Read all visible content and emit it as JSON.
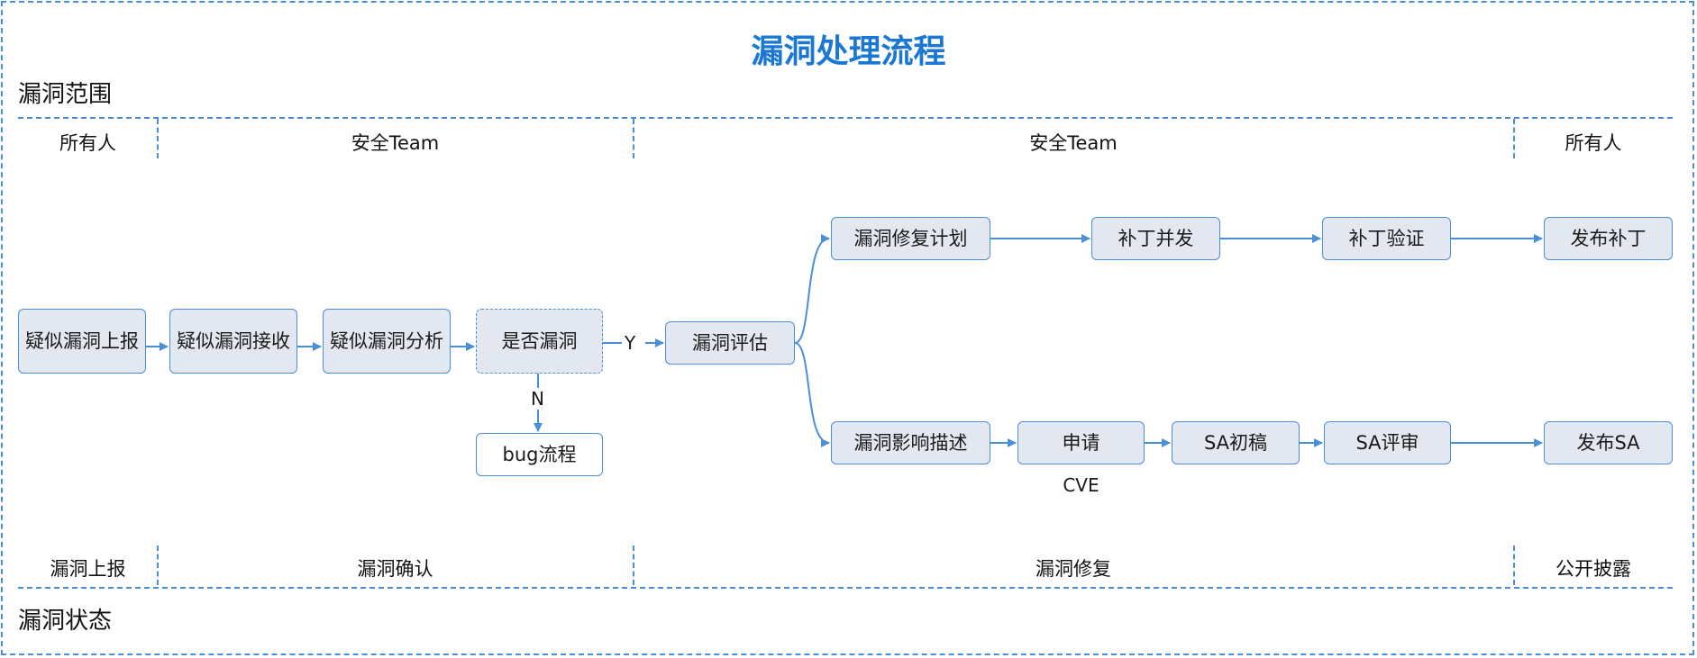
{
  "title": "漏洞处理流程",
  "top_section": "漏洞范围",
  "bottom_section": "漏洞状态",
  "owners": [
    "所有人",
    "安全Team",
    "安全Team",
    "所有人"
  ],
  "phases": [
    "漏洞上报",
    "漏洞确认",
    "漏洞修复",
    "公开披露"
  ],
  "nodes": {
    "report": "疑似漏洞上报",
    "receive": "疑似漏洞接收",
    "analyze": "疑似漏洞分析",
    "is_vuln": "是否漏洞",
    "bug_flow": "bug流程",
    "assess": "漏洞评估",
    "fix_plan": "漏洞修复计划",
    "patch_dev": "补丁并发",
    "patch_verify": "补丁验证",
    "publish_patch": "发布补丁",
    "impact_desc": "漏洞影响描述",
    "apply": "申请",
    "sa_draft": "SA初稿",
    "sa_review": "SA评审",
    "publish_sa": "发布SA"
  },
  "labels": {
    "yes": "Y",
    "no": "N",
    "cve": "CVE"
  },
  "colors": {
    "accent": "#1a78d4",
    "line": "#4a8fd8",
    "node_fill": "#e3e7ef"
  }
}
